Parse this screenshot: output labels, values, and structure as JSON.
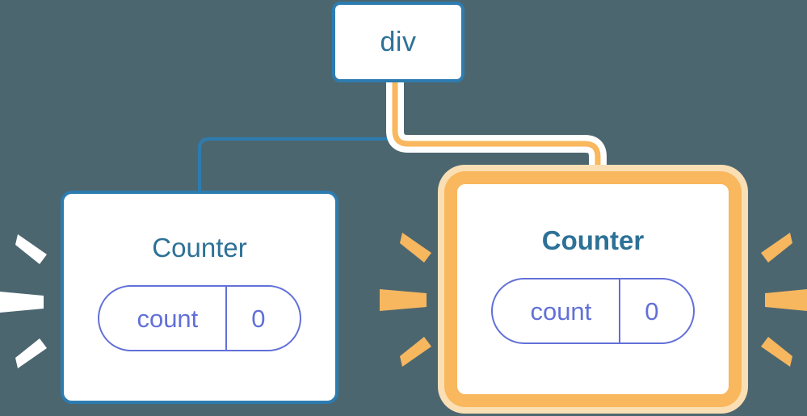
{
  "diagram": {
    "title": "react component tree re-render highlight",
    "background_color": "#4c6670",
    "nodes": [
      {
        "id": "div",
        "label": "div",
        "type": "element",
        "highlighted": false,
        "border_color": "#2d7cb0"
      },
      {
        "id": "counter-left",
        "label": "Counter",
        "type": "component",
        "highlighted": false,
        "border_color": "#2d7cb0",
        "state": {
          "key": "count",
          "value": "0"
        },
        "spark_color": "#ffffff"
      },
      {
        "id": "counter-right",
        "label": "Counter",
        "type": "component",
        "highlighted": true,
        "border_color": "#f9b75e",
        "glow_color": "#fadfb4",
        "state": {
          "key": "count",
          "value": "0"
        },
        "spark_color": "#f7b75f"
      }
    ],
    "edges": [
      {
        "from": "div",
        "to": "counter-left",
        "color": "#2d7cb0",
        "highlighted": false
      },
      {
        "from": "div",
        "to": "counter-right",
        "color": "#f9b75e",
        "highlighted": true
      }
    ],
    "colors": {
      "background": "#4c6670",
      "blue": "#2d7cb0",
      "blue_text": "#2d7197",
      "purple": "#6270d8",
      "orange": "#f9b75e",
      "orange_glow": "#fadfb4",
      "white": "#ffffff"
    }
  }
}
